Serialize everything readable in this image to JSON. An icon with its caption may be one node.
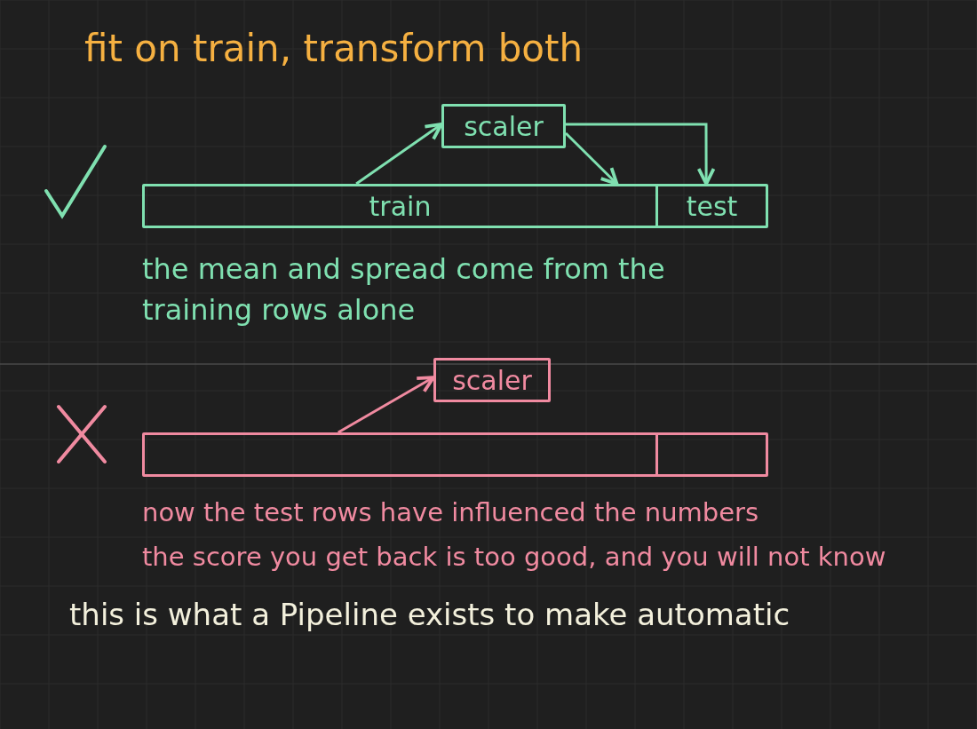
{
  "diagram": {
    "title": "fit on train, transform both",
    "nodes": [
      {
        "text": [
          "scaler"
        ]
      },
      {
        "text": [
          "train"
        ]
      },
      {
        "text": [
          "test"
        ]
      },
      {
        "text": [
          "scaler"
        ]
      },
      {
        "text": [],
        "shape": "box"
      },
      {
        "text": [],
        "shape": "box"
      }
    ],
    "edges": [
      {
        "from": 1,
        "to": 0,
        "arrow": "to"
      },
      {
        "from": 0,
        "to": 1,
        "arrow": "to"
      },
      {
        "from": 0,
        "to": 2,
        "arrow": "to"
      },
      {
        "from": 4,
        "to": 3,
        "arrow": "to",
        "color": "#f08aa0"
      }
    ],
    "labels": [
      "the mean and spread come from the training rows alone",
      "now the test rows have influenced the numbers",
      "the score you get back is too good, and you will not know",
      "this is what a Pipeline exists to make automatic"
    ]
  }
}
